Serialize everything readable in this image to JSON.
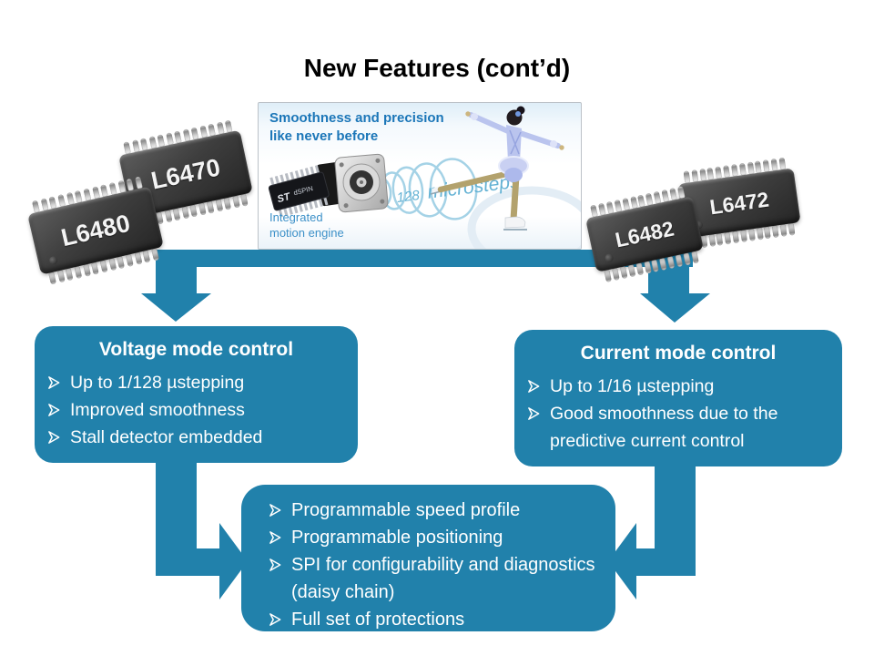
{
  "slide": {
    "title": "New Features (cont’d)"
  },
  "colors": {
    "accent_teal": "#2181AB",
    "chip_body": "#3e3e3e",
    "hero_blue": "#1b76b8",
    "hero_light_blue": "#64b2d4"
  },
  "hero": {
    "headline_line1": "Smoothness and precision",
    "headline_line2": "like never before",
    "caption_line1": "Integrated",
    "caption_line2": "motion engine",
    "micro_prefix": "128",
    "micro_word": "microsteps",
    "chip_brand": "ST",
    "chip_model": "dSPIN"
  },
  "chips": [
    {
      "label": "L6480"
    },
    {
      "label": "L6470"
    },
    {
      "label": "L6482"
    },
    {
      "label": "L6472"
    }
  ],
  "boxes": {
    "voltage": {
      "title": "Voltage mode control",
      "bullets": [
        "Up to 1/128 µstepping",
        "Improved smoothness",
        "Stall detector embedded"
      ]
    },
    "current": {
      "title": "Current mode control",
      "bullets": [
        "Up to 1/16 µstepping",
        "Good smoothness due to the predictive current control"
      ]
    },
    "common": {
      "bullets": [
        "Programmable speed profile",
        "Programmable positioning",
        "SPI for configurability and diagnostics (daisy chain)",
        "Full set of protections"
      ]
    }
  }
}
